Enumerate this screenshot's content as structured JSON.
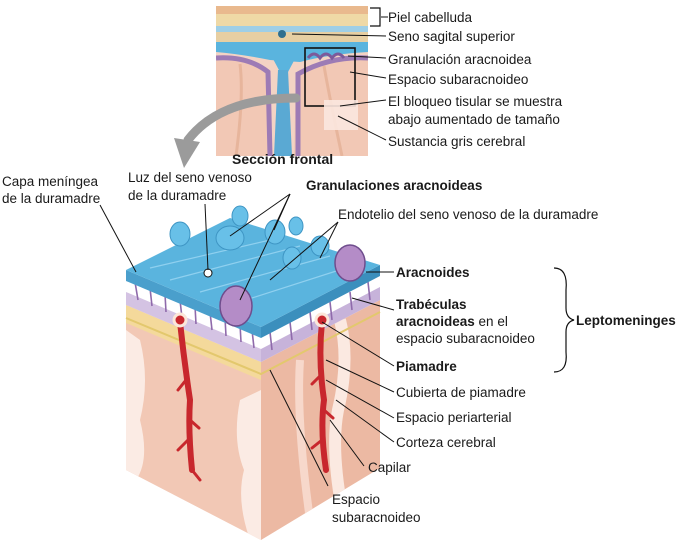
{
  "diagram": {
    "colors": {
      "dura_blue": "#5ab4de",
      "arachnoid_purple": "#9d7bb5",
      "cortex_pink": "#f2c8b5",
      "artery_red": "#c8272d",
      "callout_gray": "#8a8a8a"
    },
    "inset": {
      "caption": "Sección frontal",
      "labels": {
        "scalp": "Piel cabelluda",
        "sagittal_sinus": "Seno sagital superior",
        "granulation": "Granulación aracnoidea",
        "subarachnoid_space": "Espacio subaracnoideo",
        "block_note_1": "El bloqueo tisular se muestra",
        "block_note_2": "abajo aumentado de tamaño",
        "gray_matter": "Sustancia gris cerebral"
      }
    },
    "block": {
      "labels": {
        "meningeal_layer_1": "Capa meníngea",
        "meningeal_layer_2": "de la duramadre",
        "sinus_lumen_1": "Luz del seno venoso",
        "sinus_lumen_2": "de la duramadre",
        "granulations": "Granulaciones aracnoideas",
        "endothelium": "Endotelio del seno venoso de la duramadre",
        "arachnoid": "Aracnoides",
        "trabeculae_bold_1": "Trabéculas",
        "trabeculae_bold_2": "aracnoideas",
        "trabeculae_rest_1": " en el",
        "trabeculae_rest_2": "espacio subaracnoideo",
        "leptomeninges": "Leptomeninges",
        "pia_mater": "Piamadre",
        "pia_sheath": "Cubierta de piamadre",
        "periarterial_space": "Espacio periarterial",
        "cerebral_cortex": "Corteza cerebral",
        "capillary": "Capilar",
        "subarachnoid_1": "Espacio",
        "subarachnoid_2": "subaracnoideo"
      }
    }
  }
}
